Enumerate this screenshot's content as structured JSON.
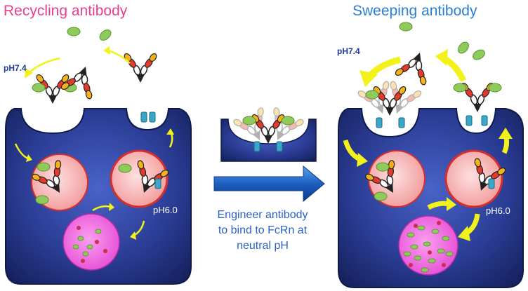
{
  "titles": {
    "left": "Recycling antibody",
    "right": "Sweeping antibody"
  },
  "labels": {
    "ph_outside_left": "pH7.4",
    "ph_outside_right": "pH7.4",
    "ph_inside_left": "pH6.0",
    "ph_inside_right": "pH6.0"
  },
  "caption": {
    "line1": "Engineer antibody",
    "line2": "to bind to FcRn at",
    "line3": "neutral pH"
  },
  "colors": {
    "title_pink": "#e8408c",
    "title_blue": "#2a7fd6",
    "cell_dark": "#1a2a6e",
    "cell_mid": "#3a4fb0",
    "arrow_yellow": "#f2f21a",
    "endosome_pink": "#f7b9b9",
    "lysosome_magenta": "#f25ee0",
    "antigen_green": "#8fcb5a",
    "receptor_teal": "#3aa6c8"
  }
}
